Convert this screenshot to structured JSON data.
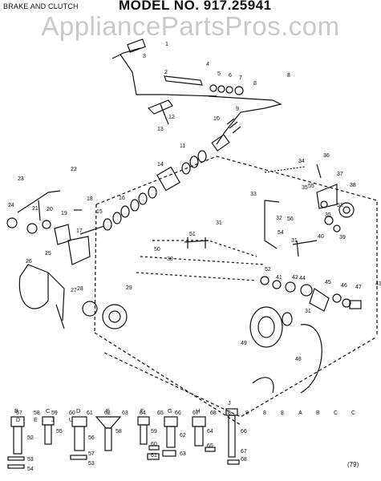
{
  "header": {
    "section_title": "BRAKE AND CLUTCH",
    "model": "MODEL NO. 917.25941"
  },
  "watermark": "AppliancePartsPros.com",
  "figure_code": "(79)",
  "labels": [
    "1",
    "2",
    "3",
    "4",
    "5",
    "6",
    "7",
    "8",
    "8",
    "9",
    "10",
    "11",
    "12",
    "13",
    "14",
    "15",
    "16",
    "17",
    "18",
    "19",
    "20",
    "21",
    "22",
    "23",
    "24",
    "25",
    "26",
    "27",
    "28",
    "29",
    "30",
    "31",
    "31",
    "31",
    "32",
    "33",
    "34",
    "35",
    "35",
    "36",
    "37",
    "38",
    "39",
    "40",
    "41",
    "42",
    "43",
    "44",
    "45",
    "46",
    "47",
    "48",
    "49",
    "50",
    "51",
    "52",
    "53",
    "54",
    "55",
    "56",
    "57",
    "58",
    "59",
    "60",
    "61",
    "62",
    "63",
    "64",
    "65",
    "66",
    "67",
    "68",
    "8",
    "8",
    "8",
    "8",
    "A",
    "B",
    "C",
    "C",
    "D",
    "E",
    "J",
    "U"
  ],
  "hardware": [
    {
      "letter": "B",
      "parts": [
        "52",
        "53",
        "54"
      ]
    },
    {
      "letter": "C",
      "parts": [
        "55"
      ]
    },
    {
      "letter": "D",
      "parts": [
        "56",
        "57",
        "53"
      ]
    },
    {
      "letter": "E",
      "parts": [
        "58"
      ]
    },
    {
      "letter": "F",
      "parts": [
        "59",
        "60",
        "61"
      ]
    },
    {
      "letter": "G",
      "parts": [
        "62",
        "63"
      ]
    },
    {
      "letter": "H",
      "parts": [
        "64",
        "65"
      ]
    },
    {
      "letter": "J",
      "parts": [
        "66",
        "67",
        "68"
      ]
    }
  ]
}
